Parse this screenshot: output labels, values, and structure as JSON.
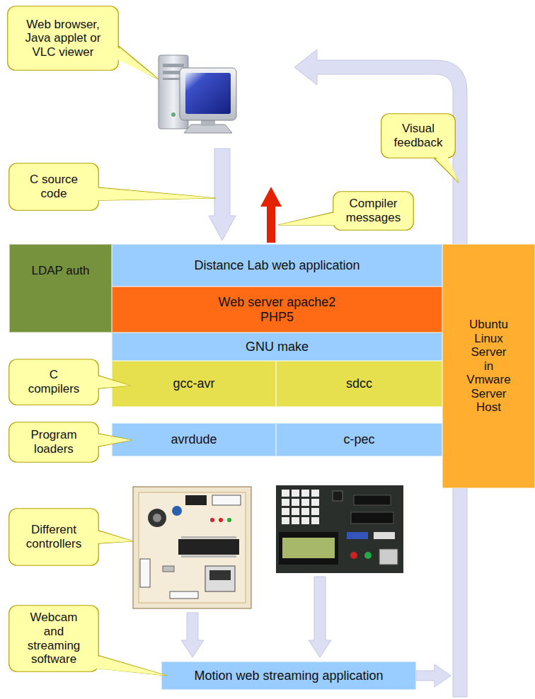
{
  "diagram": {
    "nodes": [
      {
        "text": [
          "Web browser, Java applet or VLC viewer"
        ]
      },
      {
        "text": [
          "Visual feedback"
        ]
      },
      {
        "text": [
          "C source code"
        ]
      },
      {
        "text": [
          "Compiler messages"
        ]
      },
      {
        "text": [
          "LDAP auth"
        ]
      },
      {
        "text": [
          "Distance Lab web application"
        ]
      },
      {
        "text": [
          "Ubuntu Linux Server in Vmware Server Host"
        ]
      },
      {
        "text": [
          "Web server apache2 PHP5"
        ]
      },
      {
        "text": [
          "GNU make"
        ]
      },
      {
        "text": [
          "C compilers"
        ]
      },
      {
        "text": [
          "gcc-avr"
        ]
      },
      {
        "text": [
          "sdcc"
        ]
      },
      {
        "text": [
          "Program loaders"
        ]
      },
      {
        "text": [
          "avrdude"
        ]
      },
      {
        "text": [
          "c-pec"
        ]
      },
      {
        "text": [
          "Different controllers"
        ]
      },
      {
        "text": [
          "Webcam and streaming software"
        ]
      },
      {
        "text": [
          "Motion web streaming application"
        ]
      }
    ]
  }
}
